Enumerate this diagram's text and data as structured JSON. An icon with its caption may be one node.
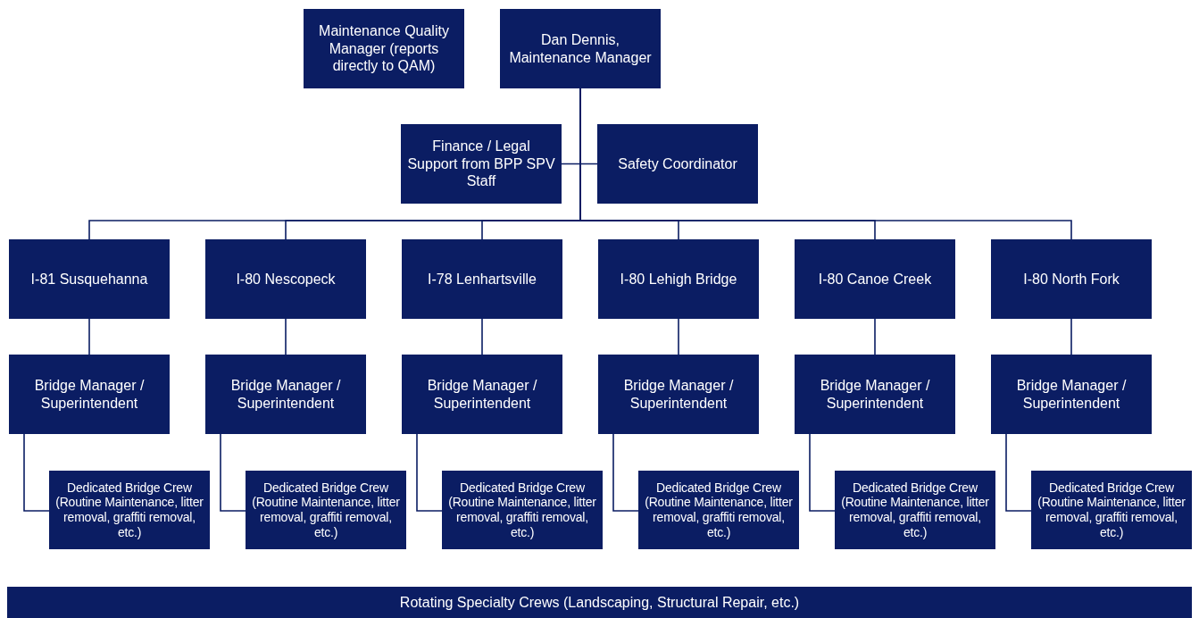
{
  "diagram": {
    "nodes": [
      {
        "text": [
          "Maintenance Quality Manager (reports directly to QAM)"
        ]
      },
      {
        "text": [
          "Dan Dennis, Maintenance Manager"
        ]
      },
      {
        "text": [
          "Finance / Legal Support from BPP SPV Staff"
        ]
      },
      {
        "text": [
          "Safety Coordinator"
        ]
      },
      {
        "text": [
          "I-81 Susquehanna"
        ]
      },
      {
        "text": [
          "I-80 Nescopeck"
        ]
      },
      {
        "text": [
          "I-78 Lenhartsville"
        ]
      },
      {
        "text": [
          "I-80 Lehigh Bridge"
        ]
      },
      {
        "text": [
          "I-80 Canoe Creek"
        ]
      },
      {
        "text": [
          "I-80 North Fork"
        ]
      },
      {
        "text": [
          "Bridge Manager / Superintendent"
        ]
      },
      {
        "text": [
          "Bridge Manager / Superintendent"
        ]
      },
      {
        "text": [
          "Bridge Manager / Superintendent"
        ]
      },
      {
        "text": [
          "Bridge Manager / Superintendent"
        ]
      },
      {
        "text": [
          "Bridge Manager / Superintendent"
        ]
      },
      {
        "text": [
          "Bridge Manager / Superintendent"
        ]
      },
      {
        "text": [
          "Dedicated Bridge Crew (Routine Maintenance, litter removal, graffiti removal, etc.)"
        ]
      },
      {
        "text": [
          "Dedicated Bridge Crew (Routine Maintenance, litter removal, graffiti removal, etc.)"
        ]
      },
      {
        "text": [
          "Dedicated Bridge Crew (Routine Maintenance, litter removal, graffiti removal, etc.)"
        ]
      },
      {
        "text": [
          "Dedicated Bridge Crew (Routine Maintenance, litter removal, graffiti removal, etc.)"
        ]
      },
      {
        "text": [
          "Dedicated Bridge Crew (Routine Maintenance, litter removal, graffiti removal, etc.)"
        ]
      },
      {
        "text": [
          "Dedicated Bridge Crew (Routine Maintenance, litter removal, graffiti removal, etc.)"
        ]
      },
      {
        "text": [
          "Rotating Specialty Crews (Landscaping, Structural Repair, etc.)"
        ]
      }
    ],
    "edges": [
      {
        "from": 1,
        "to": 2,
        "arrow": "none"
      },
      {
        "from": 1,
        "to": 3,
        "arrow": "none"
      },
      {
        "from": 1,
        "to": 4,
        "arrow": "none"
      },
      {
        "from": 1,
        "to": 5,
        "arrow": "none"
      },
      {
        "from": 1,
        "to": 6,
        "arrow": "none"
      },
      {
        "from": 1,
        "to": 7,
        "arrow": "none"
      },
      {
        "from": 1,
        "to": 8,
        "arrow": "none"
      },
      {
        "from": 1,
        "to": 9,
        "arrow": "none"
      },
      {
        "from": 4,
        "to": 10,
        "arrow": "none"
      },
      {
        "from": 5,
        "to": 11,
        "arrow": "none"
      },
      {
        "from": 6,
        "to": 12,
        "arrow": "none"
      },
      {
        "from": 7,
        "to": 13,
        "arrow": "none"
      },
      {
        "from": 8,
        "to": 14,
        "arrow": "none"
      },
      {
        "from": 9,
        "to": 15,
        "arrow": "none"
      },
      {
        "from": 10,
        "to": 16,
        "arrow": "none"
      },
      {
        "from": 11,
        "to": 17,
        "arrow": "none"
      },
      {
        "from": 12,
        "to": 18,
        "arrow": "none"
      },
      {
        "from": 13,
        "to": 19,
        "arrow": "none"
      },
      {
        "from": 14,
        "to": 20,
        "arrow": "none"
      },
      {
        "from": 15,
        "to": 21,
        "arrow": "none"
      }
    ]
  }
}
